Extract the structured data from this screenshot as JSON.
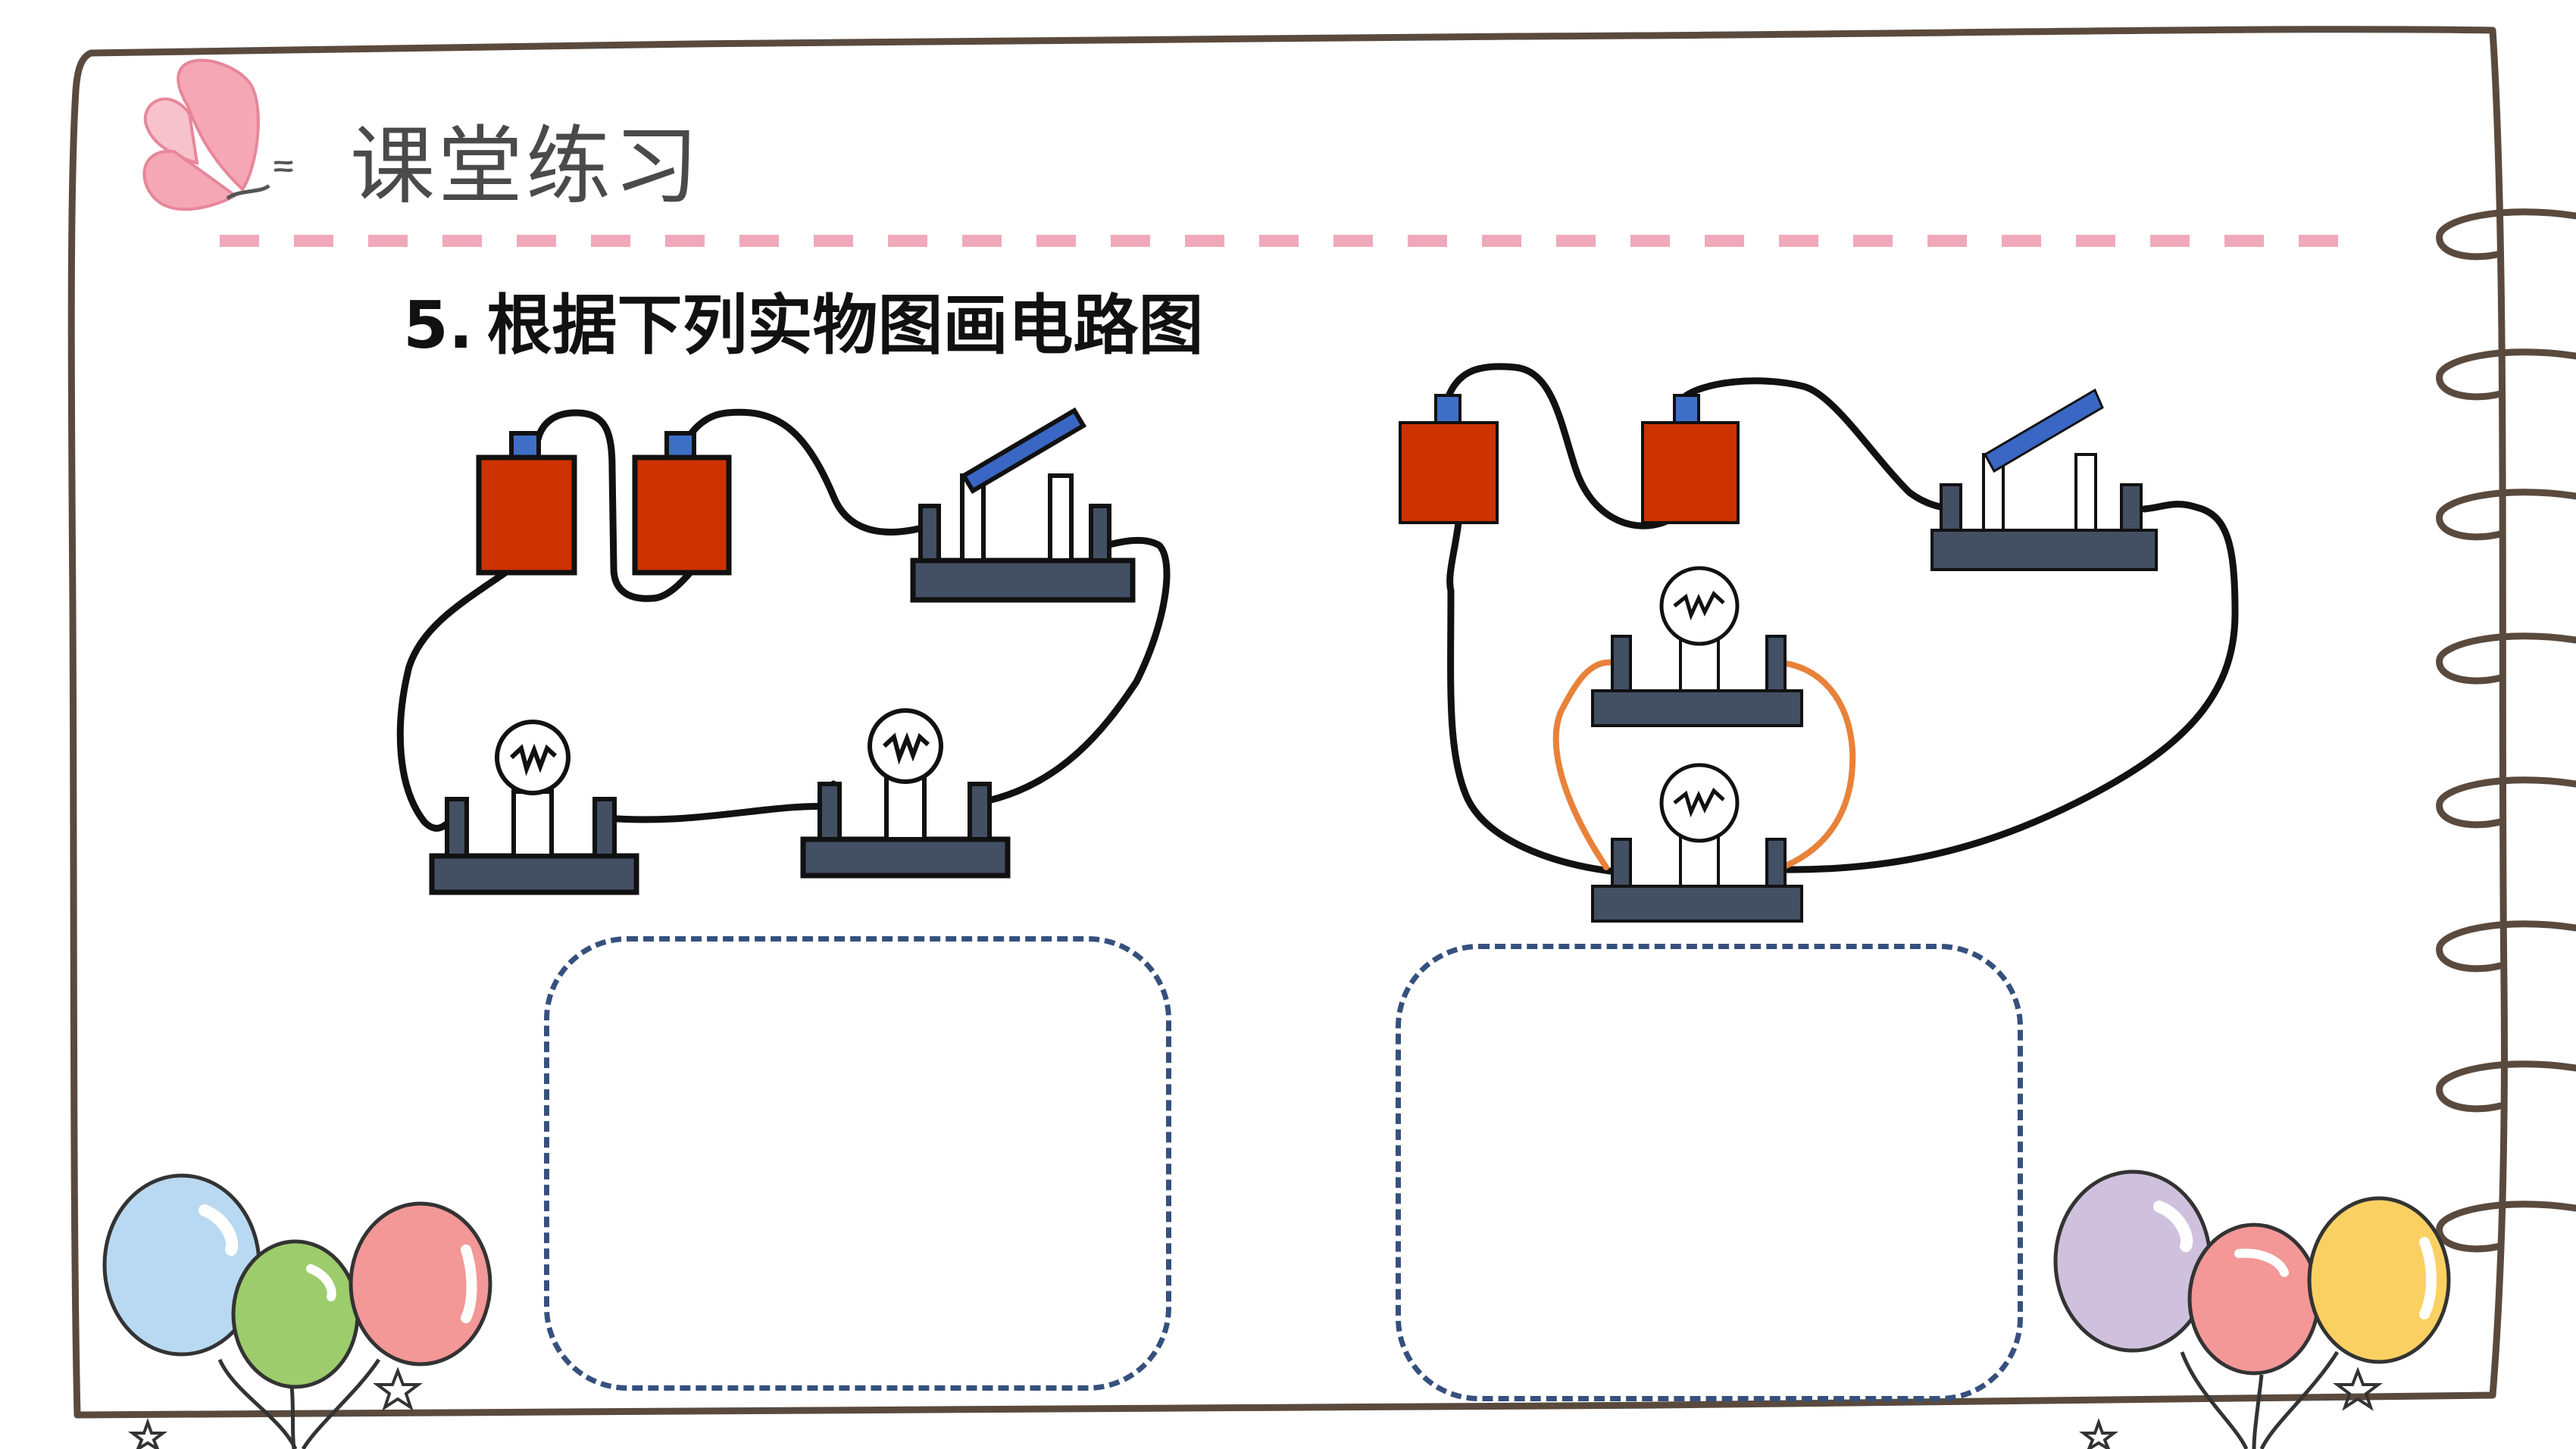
{
  "header": {
    "title": "课堂练习"
  },
  "question": {
    "number": "5.",
    "text": "根据下列实物图画电路图"
  },
  "colors": {
    "frame": "#5a4a3e",
    "divider": "#f0a9ba",
    "battery": "#cc3300",
    "battery_terminal": "#3f6fc4",
    "base": "#434f63",
    "switch_blade": "#3a66c4",
    "wire": "#111111",
    "wire_highlight": "#e8823a",
    "answer_box": "#36507e"
  },
  "figures": [
    {
      "name": "series-circuit",
      "parts": [
        "battery",
        "battery",
        "switch",
        "bulb",
        "bulb"
      ]
    },
    {
      "name": "parallel-circuit",
      "parts": [
        "battery",
        "battery",
        "switch",
        "bulb",
        "bulb"
      ]
    }
  ],
  "icons": [
    "butterfly-icon",
    "balloon-cluster-left",
    "balloon-cluster-right",
    "star-icon"
  ]
}
